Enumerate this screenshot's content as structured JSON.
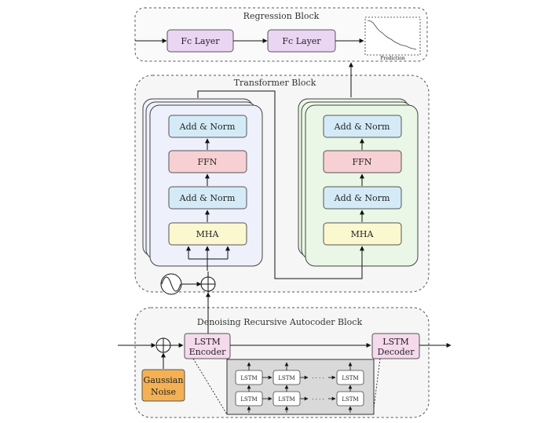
{
  "regression": {
    "title": "Regression Block",
    "fc1": "Fc Layer",
    "fc2": "Fc Layer",
    "prediction": "Prediction"
  },
  "transformer": {
    "title": "Transformer Block",
    "encoder": {
      "add_norm_top": "Add & Norm",
      "ffn": "FFN",
      "add_norm_mid": "Add & Norm",
      "mha": "MHA"
    },
    "decoder": {
      "add_norm_top": "Add & Norm",
      "ffn": "FFN",
      "add_norm_mid": "Add & Norm",
      "mha": "MHA"
    }
  },
  "denoising": {
    "title": "Denoising Recursive Autocoder Block",
    "lstm_encoder": [
      "LSTM",
      "Encoder"
    ],
    "lstm_decoder": [
      "LSTM",
      "Decoder"
    ],
    "noise": [
      "Gaussian",
      "Noise"
    ],
    "cell": "LSTM",
    "ellipsis": "· · · ·"
  },
  "colors": {
    "fc": "#ead6f2",
    "add_norm": "#d4ebf7",
    "ffn": "#f7d0d4",
    "mha": "#fbf7cf",
    "lstm": "#f5d9ec",
    "noise": "#f4b154",
    "encoder_bg": "#eef0fb",
    "decoder_bg": "#eaf7e6"
  }
}
